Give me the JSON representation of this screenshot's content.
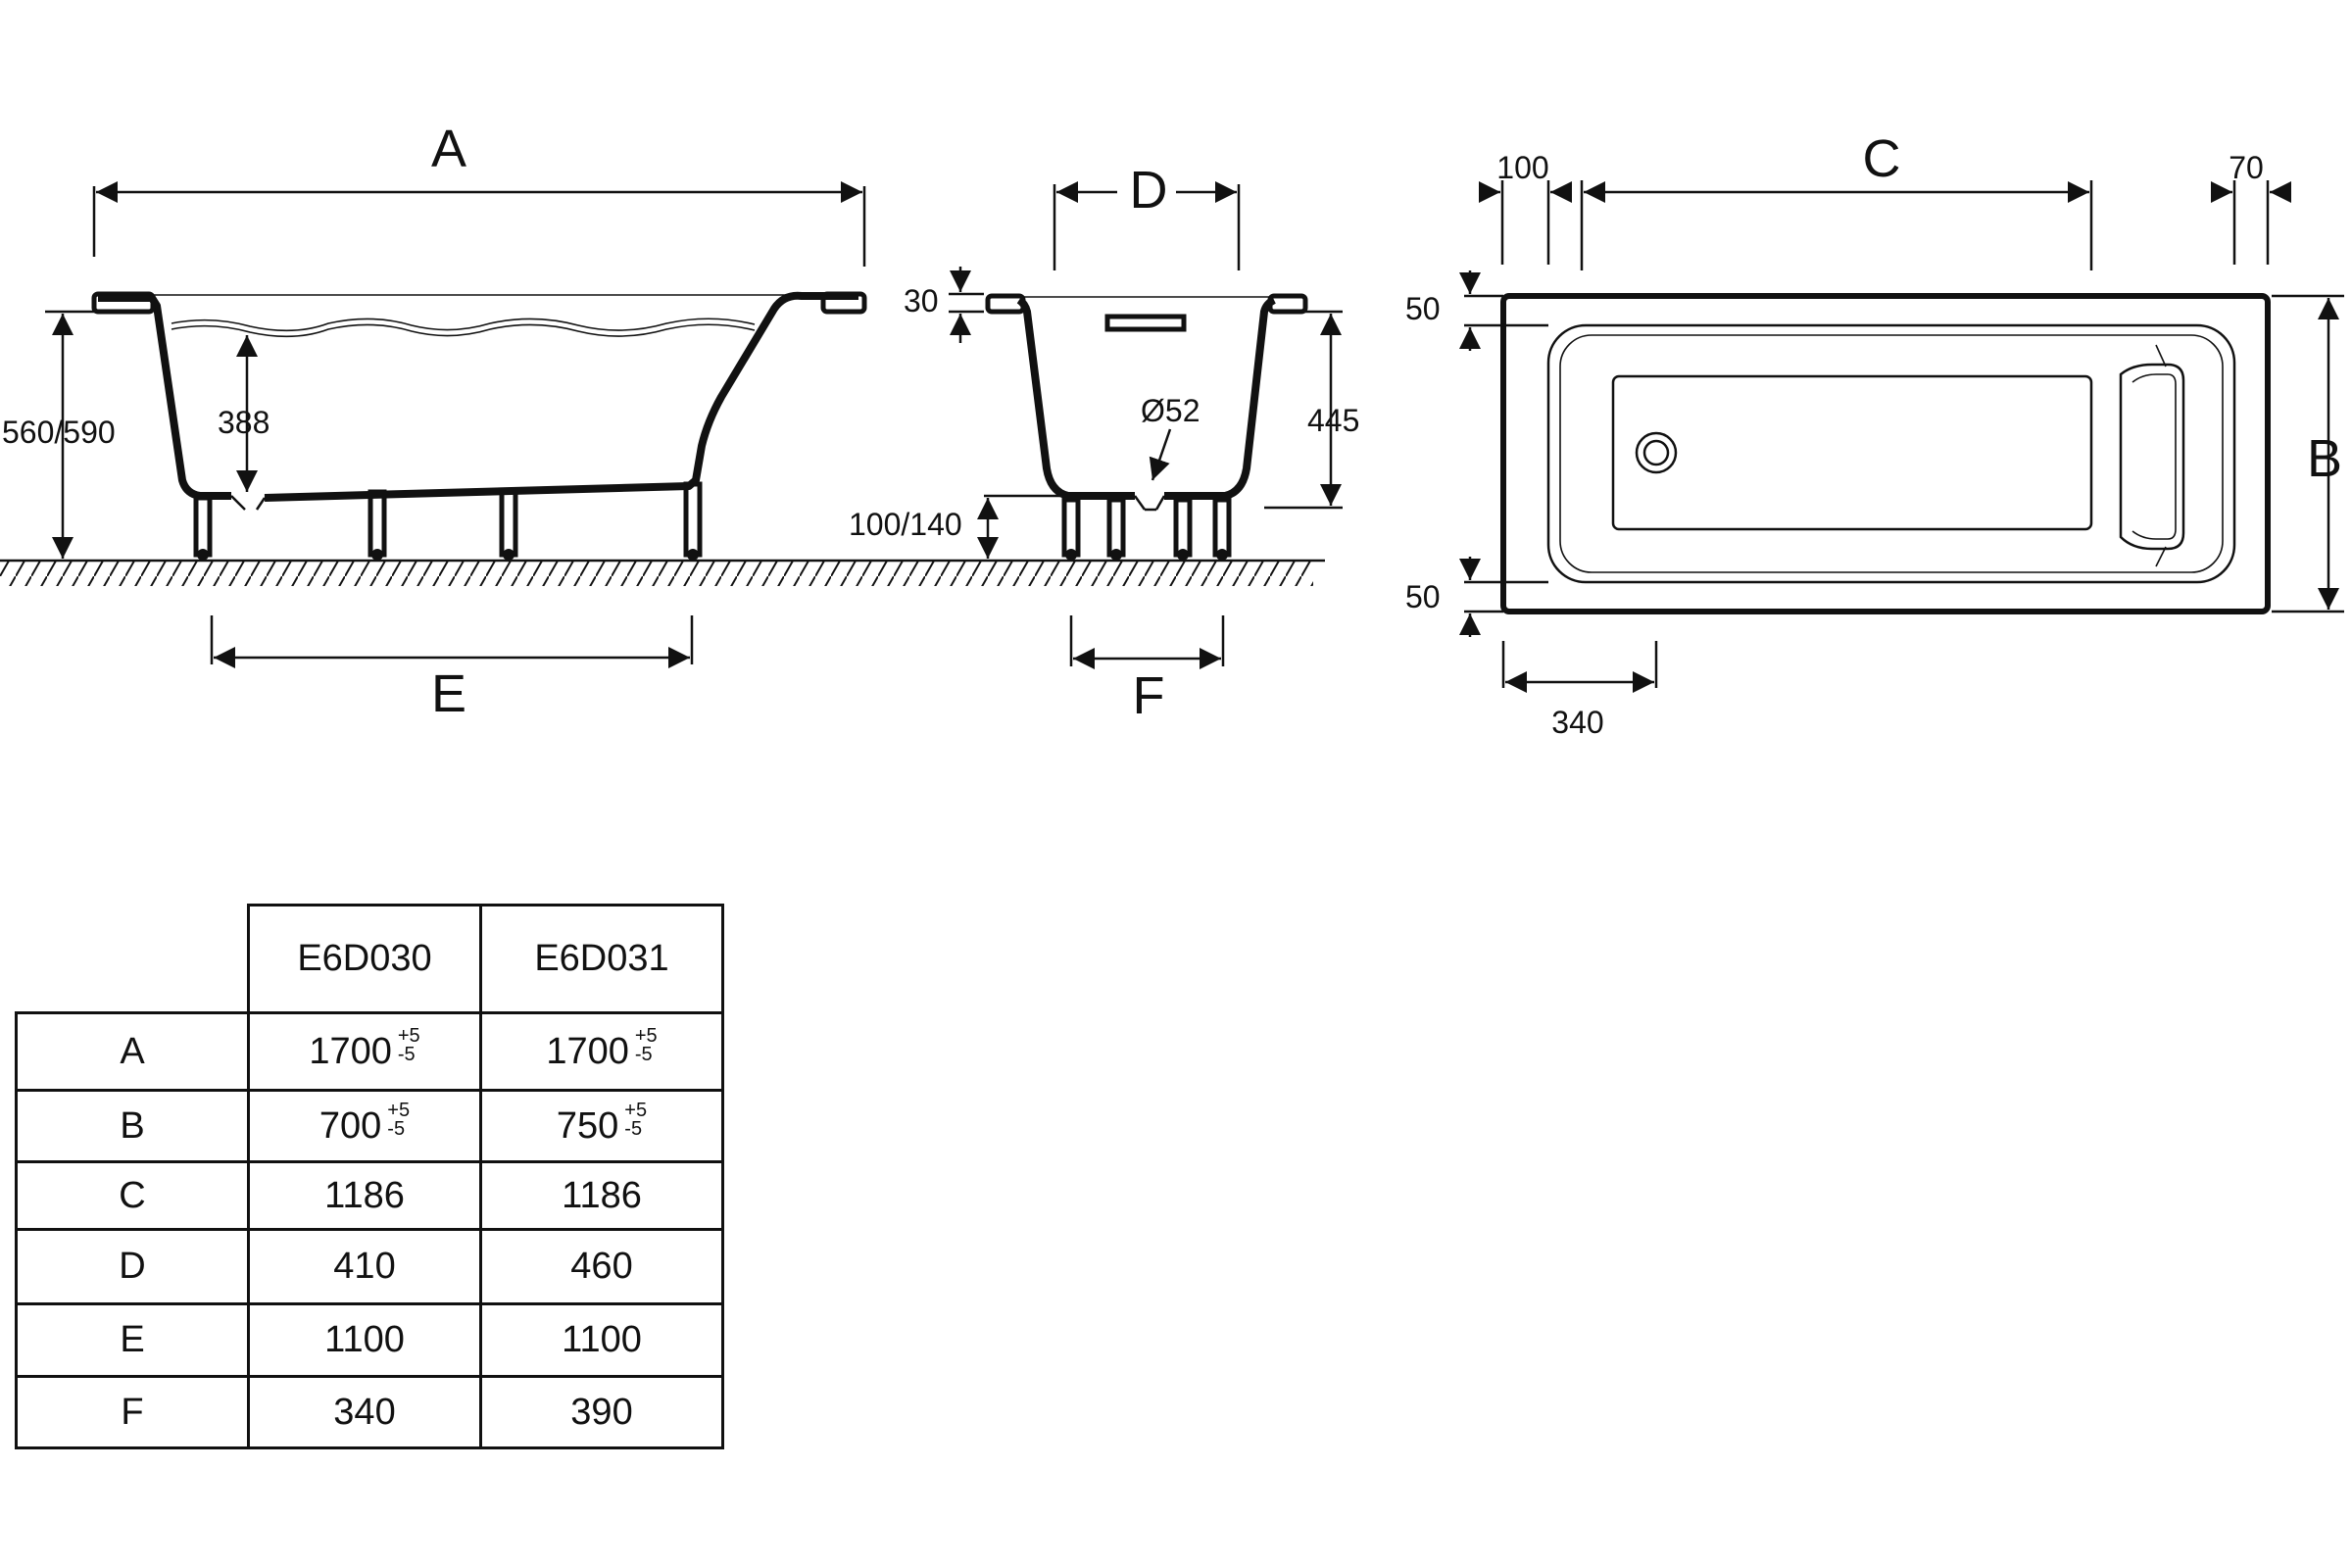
{
  "side_view": {
    "dim_a": "A",
    "dim_e": "E",
    "height_total": "560/590",
    "depth_inner": "388"
  },
  "end_view": {
    "dim_d": "D",
    "dim_f": "F",
    "rim": "30",
    "height": "445",
    "feet": "100/140",
    "drain": "Ø52"
  },
  "top_view": {
    "dim_c": "C",
    "dim_b": "B",
    "left_offset": "100",
    "right_offset": "70",
    "top_margin": "50",
    "bottom_margin": "50",
    "drain_offset": "340"
  },
  "table": {
    "headers": [
      "E6D030",
      "E6D031"
    ],
    "rows": [
      {
        "label": "A",
        "values": [
          "1700",
          "1700"
        ],
        "tol_plus": "+5",
        "tol_minus": "-5"
      },
      {
        "label": "B",
        "values": [
          "700",
          "750"
        ],
        "tol_plus": "+5",
        "tol_minus": "-5"
      },
      {
        "label": "C",
        "values": [
          "1186",
          "1186"
        ]
      },
      {
        "label": "D",
        "values": [
          "410",
          "460"
        ]
      },
      {
        "label": "E",
        "values": [
          "1100",
          "1100"
        ]
      },
      {
        "label": "F",
        "values": [
          "340",
          "390"
        ]
      }
    ]
  }
}
